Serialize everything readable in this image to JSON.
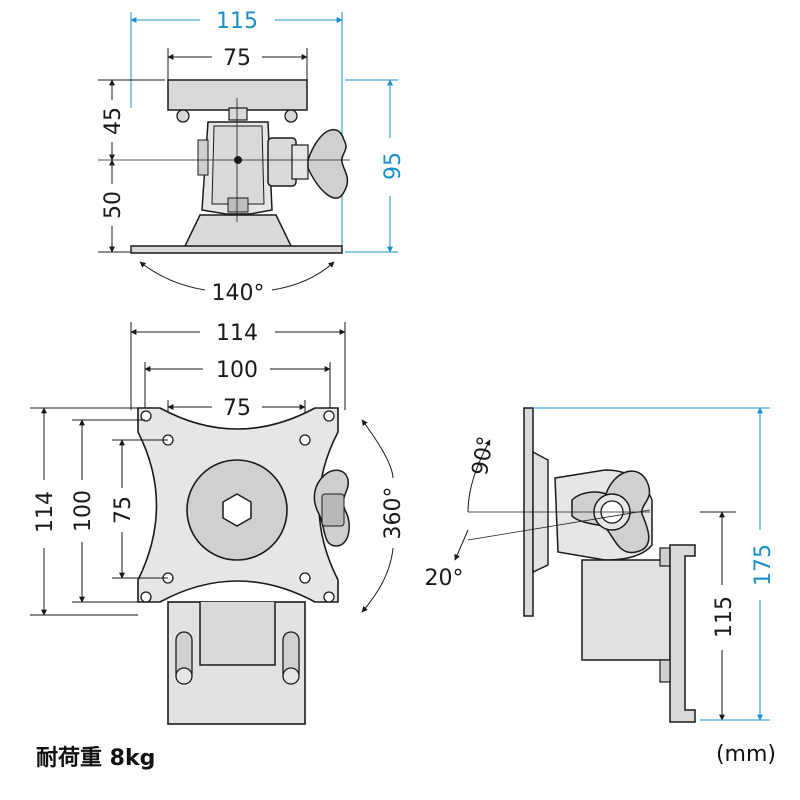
{
  "top_view": {
    "width_total": "115",
    "width_plate": "75",
    "height_upper": "45",
    "height_lower": "50",
    "height_total": "95",
    "swivel_angle": "140°"
  },
  "front_view": {
    "width_total": "114",
    "width_mid": "100",
    "width_inner": "75",
    "height_total": "114",
    "height_mid": "100",
    "height_inner": "75",
    "rotation_angle": "360°"
  },
  "side_view": {
    "tilt_up": "90°",
    "tilt_down": "20°",
    "height_clamp": "115",
    "height_total": "175"
  },
  "caption": {
    "load_capacity": "耐荷重 8kg",
    "unit": "(mm)"
  },
  "colors": {
    "blue": "#1a8fc9",
    "line": "#1a1a1a",
    "fill": "#d9d9d9",
    "dark": "#555555"
  }
}
